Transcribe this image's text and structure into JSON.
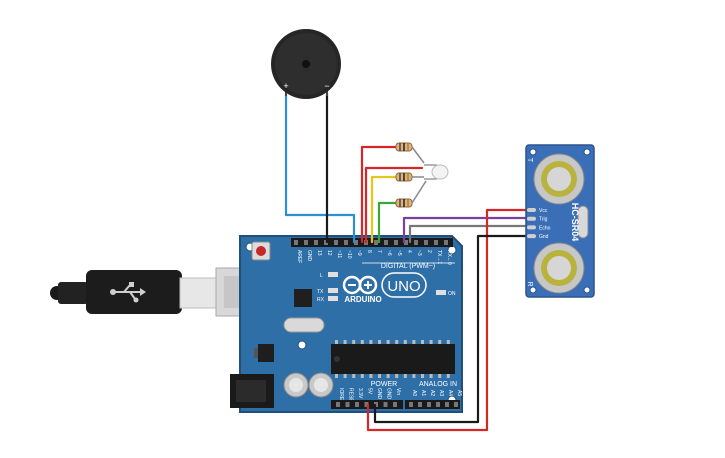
{
  "colors": {
    "board": "#2e6fa7",
    "board_edge": "#1f4f7a",
    "wire_red": "#d62728",
    "wire_black": "#1a1a1a",
    "wire_blue": "#2a8fd6",
    "wire_yellow": "#e8c51a",
    "wire_green": "#3aa63a",
    "wire_purple": "#7a3fa0",
    "wire_gray": "#777777",
    "sensor": "#3a6fb8"
  },
  "buzzer": {
    "plus_label": "+",
    "minus_label": "−"
  },
  "arduino": {
    "brand": "ARDUINO",
    "model": "UNO",
    "digital_label": "DIGITAL (PWM~)",
    "power_label": "POWER",
    "analog_label": "ANALOG IN",
    "on_label": "ON",
    "tx_label": "TX",
    "rx_label": "RX",
    "l_label": "L",
    "top_pins": [
      "AREF",
      "GND",
      "13",
      "12",
      "~11",
      "~10",
      "~9",
      "8",
      "7",
      "~6",
      "~5",
      "4",
      "~3",
      "2",
      "TX→1",
      "RX←0"
    ],
    "power_pins": [
      "IOREF",
      "RESET",
      "3.3V",
      "5V",
      "GND",
      "GND",
      "Vin"
    ],
    "analog_pins": [
      "A0",
      "A1",
      "A2",
      "A3",
      "A4",
      "A5"
    ]
  },
  "sensor": {
    "model": "HC-SR04",
    "pins": [
      "Vcc",
      "Trig",
      "Echo",
      "Gnd"
    ],
    "t_mark": "T",
    "r_mark": "R"
  },
  "usb": {
    "icon": "usb-icon"
  }
}
